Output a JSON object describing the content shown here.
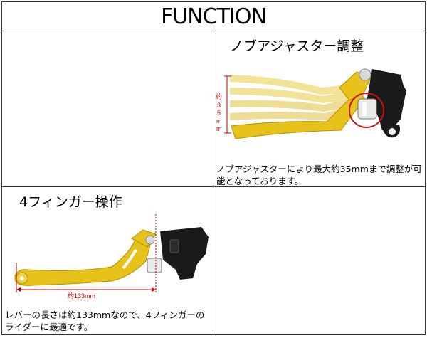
{
  "title": "FUNCTION",
  "adjuster": {
    "heading": "ノブアジャスター調整",
    "dimension_label": [
      "約",
      "3",
      "5",
      "m",
      "m"
    ],
    "caption": "ノブアジャスターにより最大約35mmまで調整が可能となっております。"
  },
  "four_finger": {
    "heading": "4フィンガー操作",
    "dimension_label": "約133mm",
    "caption": "レバーの長さは約133mmなので、4フィンガーのライダーに最適です。"
  },
  "colors": {
    "lever_gold": "#e6c21a",
    "bracket_black": "#1a1a1a",
    "dimension_red": "#c00000",
    "highlight_circle": "#cc1111"
  }
}
